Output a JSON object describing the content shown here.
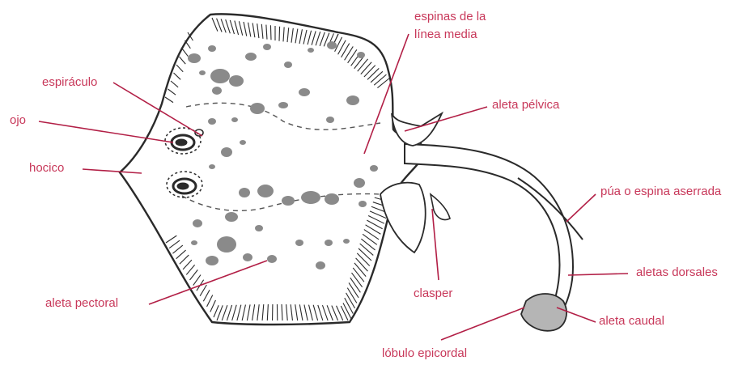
{
  "theme": {
    "label_color": "#c8385a",
    "line_color": "#b21f46",
    "outline_color": "#2a2a2a",
    "spot_color": "#8a8a8a",
    "caudal_fill": "#b5b5b5"
  },
  "labels": {
    "espinas_linea_media_1": "espinas de la",
    "espinas_linea_media_2": "línea media",
    "espiraculo": "espiráculo",
    "ojo": "ojo",
    "hocico": "hocico",
    "aleta_pelvica": "aleta pélvica",
    "pua": "púa o espina aserrada",
    "aletas_dorsales": "aletas dorsales",
    "aleta_caudal": "aleta caudal",
    "clasper": "clasper",
    "aleta_pectoral": "aleta pectoral",
    "lobulo_epicordal": "lóbulo epicordal"
  }
}
